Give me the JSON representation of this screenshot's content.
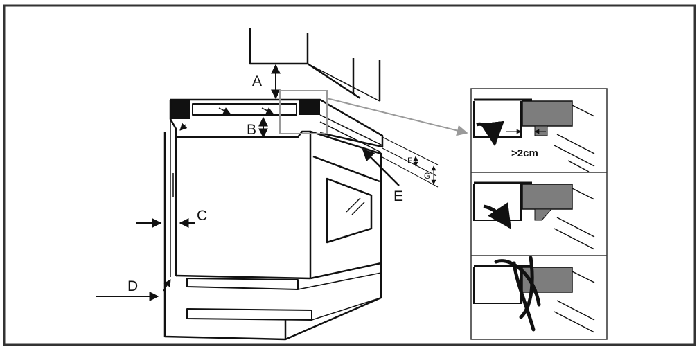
{
  "labels": {
    "a": "A",
    "b": "B",
    "c": "C",
    "d": "D",
    "e": "E",
    "f": "F",
    "g": "G",
    "gap": ">2cm"
  },
  "colors": {
    "line": "#111111",
    "frame": "#333333",
    "pointer": "#9a9a9a",
    "cabinet_fill": "#7d7d7d"
  },
  "panels": [
    {
      "name": "panel-correct",
      "airflow": "deflected"
    },
    {
      "name": "panel-partial",
      "airflow": "deflected"
    },
    {
      "name": "panel-wrong",
      "airflow": "blocked"
    }
  ]
}
